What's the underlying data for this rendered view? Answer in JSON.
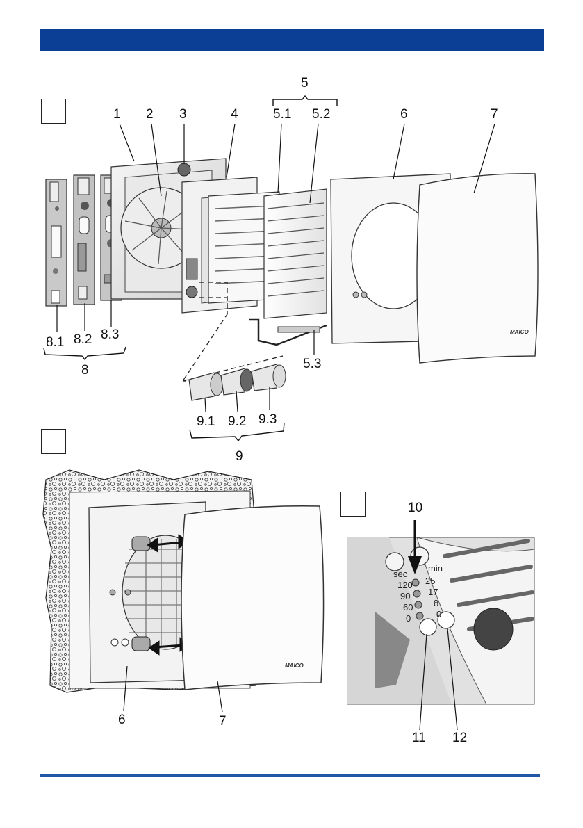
{
  "header": {
    "bar_color": "#0b3f96"
  },
  "figures": {
    "exploded": {
      "labels": {
        "l1": "1",
        "l2": "2",
        "l3": "3",
        "l4": "4",
        "l5": "5",
        "l51": "5.1",
        "l52": "5.2",
        "l53": "5.3",
        "l6": "6",
        "l7": "7",
        "l8": "8",
        "l81": "8.1",
        "l82": "8.2",
        "l83": "8.3",
        "l9": "9",
        "l91": "9.1",
        "l92": "9.2",
        "l93": "9.3"
      }
    },
    "mounted": {
      "labels": {
        "l6": "6",
        "l7": "7"
      },
      "brand": "MAICO"
    },
    "controls": {
      "labels": {
        "l10": "10",
        "l11": "11",
        "l12": "12"
      },
      "sec_unit": "sec",
      "min_unit": "min",
      "sec_values": [
        "120",
        "90",
        "60",
        "0"
      ],
      "min_values": [
        "25",
        "17",
        "8",
        "0"
      ]
    }
  },
  "brand_label": "MAICO",
  "footer": {
    "rule_color": "#1f56a8"
  }
}
